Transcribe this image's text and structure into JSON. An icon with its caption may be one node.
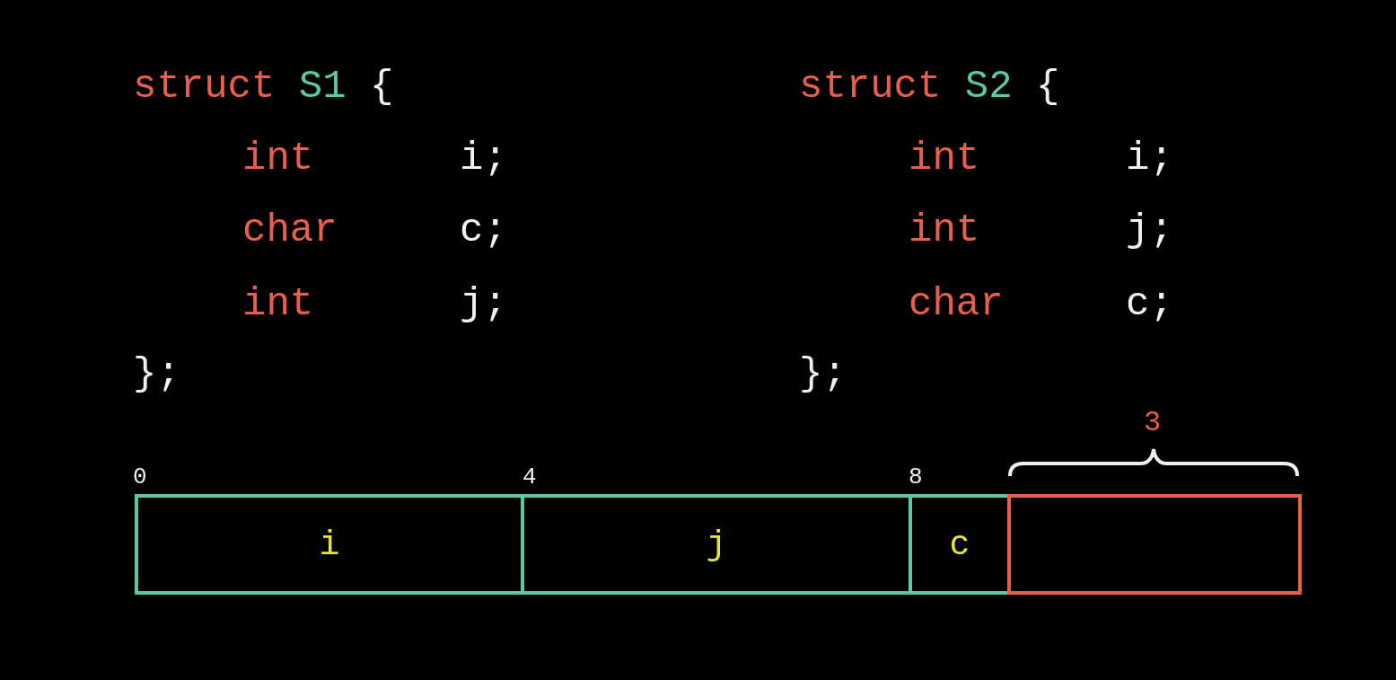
{
  "diagram": {
    "nodes": [
      {
        "text": [
          "i"
        ]
      },
      {
        "text": [
          "j"
        ]
      },
      {
        "text": [
          "c"
        ]
      },
      {
        "text": [],
        "shape": "box"
      }
    ],
    "edges": [],
    "labels": [
      "struct S1 {",
      "int i;",
      "char c;",
      "int j;",
      "};",
      "struct S2 {",
      "int i;",
      "int j;",
      "char c;",
      "};",
      "0",
      "4",
      "8",
      "3"
    ]
  }
}
